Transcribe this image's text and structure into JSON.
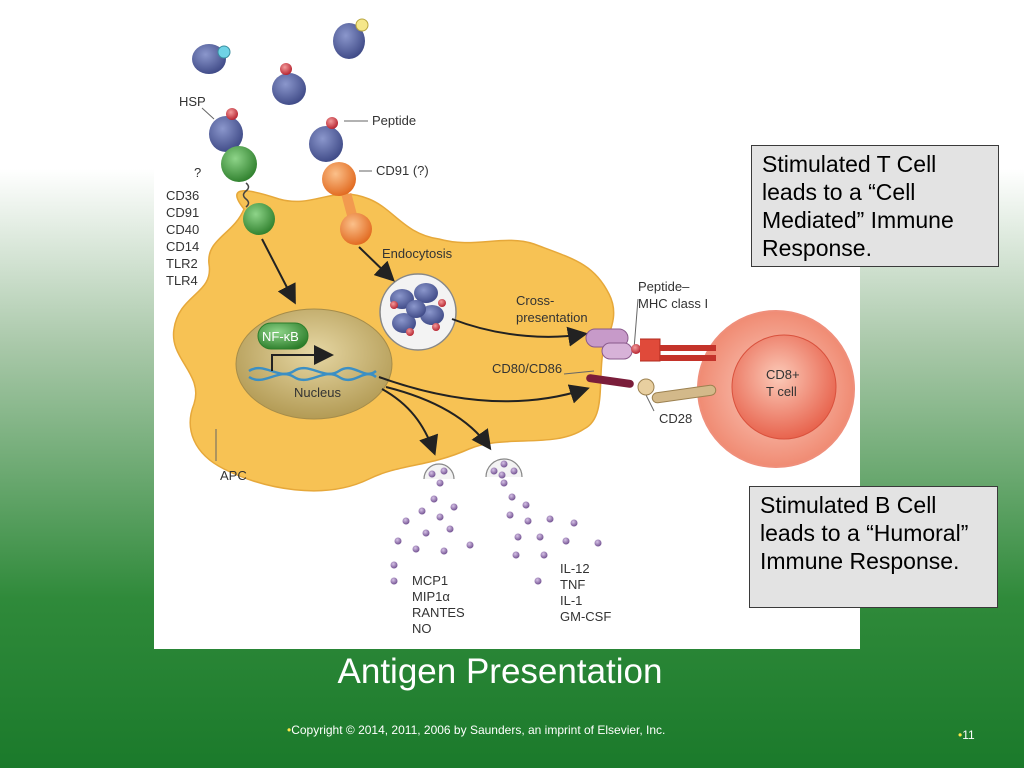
{
  "slide": {
    "title": "Antigen Presentation",
    "bullet": "•",
    "copyright": "Copyright © 2014, 2011, 2006 by Saunders, an imprint of Elsevier, Inc.",
    "number": "11"
  },
  "callouts": {
    "tcell": "Stimulated T Cell leads to a “Cell Mediated” Immune Response.",
    "bcell": "Stimulated B Cell leads to a “Humoral” Immune Response."
  },
  "diagram": {
    "labels": {
      "hsp": "HSP",
      "peptide": "Peptide",
      "question": "?",
      "cd91q": "CD91 (?)",
      "receptors": [
        "CD36",
        "CD91",
        "CD40",
        "CD14",
        "TLR2",
        "TLR4"
      ],
      "endocytosis": "Endocytosis",
      "cross1": "Cross-",
      "cross2": "presentation",
      "mhc1": "Peptide–",
      "mhc2": "MHC class I",
      "nfkb": "NF-κB",
      "nucleus": "Nucleus",
      "cd80": "CD80/CD86",
      "cd28": "CD28",
      "tcell1": "CD8+",
      "tcell2": "T cell",
      "apc": "APC",
      "chemokines": [
        "MCP1",
        "MIP1α",
        "RANTES",
        "NO"
      ],
      "cytokines": [
        "IL-12",
        "TNF",
        "IL-1",
        "GM-CSF"
      ]
    },
    "colors": {
      "cell": "#f7c254",
      "nucleus": "#c9b478",
      "hsp": "#4d5b9a",
      "orange_receptor": "#f07f2e",
      "green_receptor": "#3f9a3a",
      "tcell_outer": "#f6a48f",
      "tcell_inner": "#ef6d5c",
      "secreted": "#8a6aa3"
    }
  }
}
